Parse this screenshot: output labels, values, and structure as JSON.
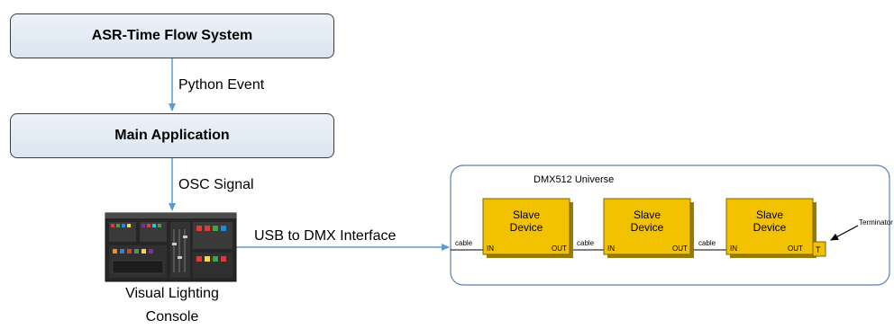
{
  "nodes": {
    "asr": "ASR-Time Flow System",
    "main_app": "Main Application",
    "console_line1": "Visual Lighting",
    "console_line2": "Console"
  },
  "edges": {
    "python_event": "Python Event",
    "osc_signal": "OSC Signal",
    "usb_dmx": "USB to DMX Interface"
  },
  "dmx": {
    "title": "DMX512 Universe",
    "device_line1": "Slave",
    "device_line2": "Device",
    "in_label": "IN",
    "out_label": "OUT",
    "cable_label": "cable",
    "terminator_label": "Terminator",
    "terminator_t": "T"
  },
  "colors": {
    "arrow": "#5b9bd5",
    "device_fill": "#f2c200",
    "box_border": "#3c3c3c"
  }
}
